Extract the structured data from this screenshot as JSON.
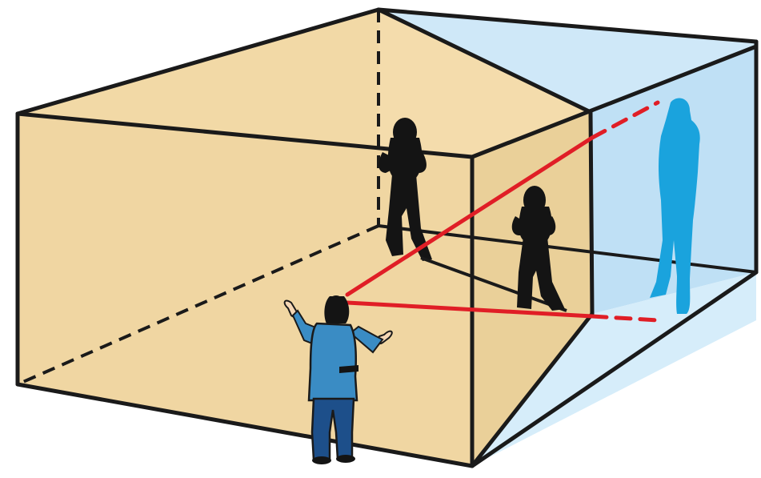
{
  "colors": {
    "background": "#ffffff",
    "room_wall": "#f2d9a6",
    "room_floor": "#ecd09a",
    "room_ceiling": "#f4dcac",
    "mirror_glass": "#c9e5f7",
    "mirror_inner": "#bfe0f5",
    "outline": "#1a1a1a",
    "sight_line": "#e01e26",
    "silhouette": "#141414",
    "reflection": "#1aa3dd",
    "observer_coat": "#3a8cc4",
    "observer_trousers": "#1d4f8a"
  },
  "figures": {
    "observer": "observer-person",
    "person_far": "person-silhouette-far",
    "person_near": "person-silhouette-near",
    "reflection": "mirror-reflection-person"
  },
  "elements": {
    "mirror": "one-way-mirror",
    "sight_lines": [
      "sight-line-top",
      "sight-line-bottom"
    ]
  }
}
